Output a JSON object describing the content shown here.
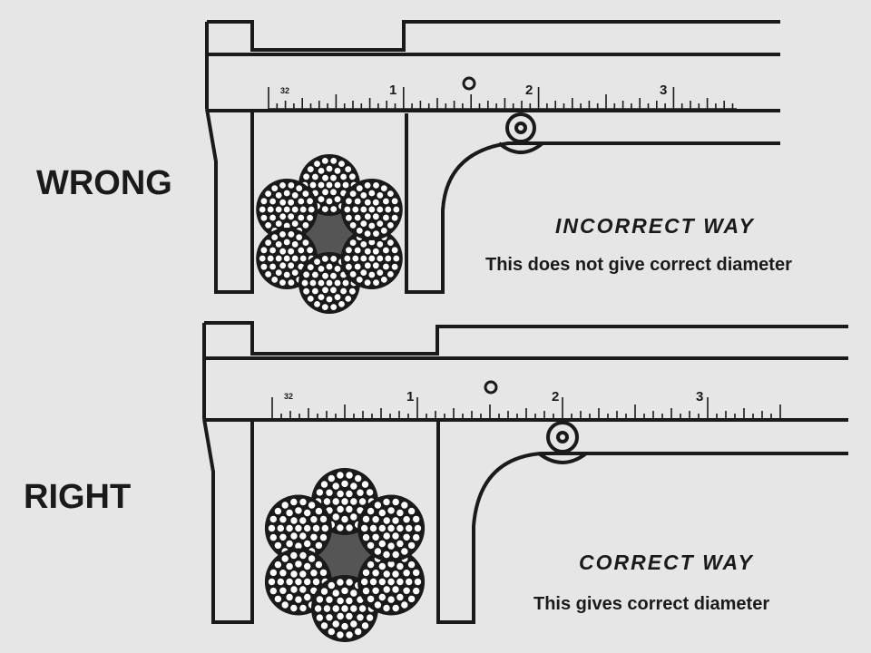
{
  "top": {
    "label": "WRONG",
    "heading": "INCORRECT WAY",
    "caption": "This does not give correct diameter",
    "scale_numbers": [
      "32",
      "1",
      "2",
      "3"
    ]
  },
  "bottom": {
    "label": "RIGHT",
    "heading": "CORRECT WAY",
    "caption": "This gives correct diameter",
    "scale_numbers": [
      "32",
      "1",
      "2",
      "3"
    ]
  },
  "colors": {
    "background": "#e6e6e6",
    "ink": "#1a1a1a"
  }
}
